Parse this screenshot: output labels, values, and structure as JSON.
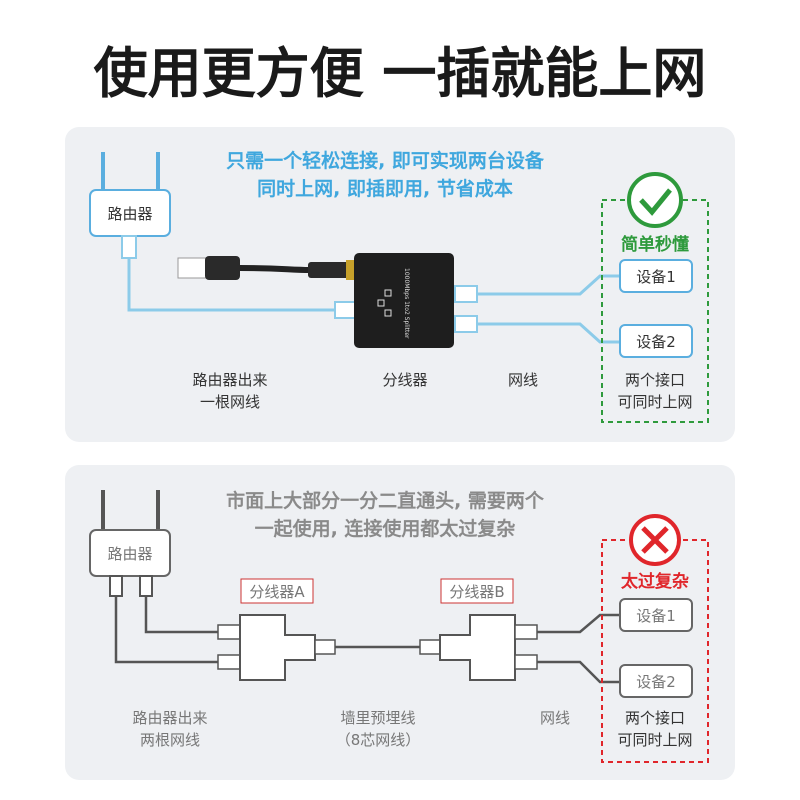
{
  "title": "使用更方便 一插就能上网",
  "panel_good": {
    "desc_line1": "只需一个轻松连接, 即可实现两台设备",
    "desc_line2": "同时上网, 即插即用, 节省成本",
    "router": "路由器",
    "device_text": "1000Mbps 1to2 Splitter",
    "badge": "简单秒懂",
    "device1": "设备1",
    "device2": "设备2",
    "caption_router_1": "路由器出来",
    "caption_router_2": "一根网线",
    "caption_splitter": "分线器",
    "caption_cable": "网线",
    "caption_ports_1": "两个接口",
    "caption_ports_2": "可同时上网",
    "accent": "#2e9a3c"
  },
  "panel_bad": {
    "desc_line1": "市面上大部分一分二直通头, 需要两个",
    "desc_line2": "一起使用, 连接使用都太过复杂",
    "router": "路由器",
    "splitter_a": "分线器A",
    "splitter_b": "分线器B",
    "badge": "太过复杂",
    "device1": "设备1",
    "device2": "设备2",
    "caption_router_1": "路由器出来",
    "caption_router_2": "两根网线",
    "caption_wall_1": "墙里预埋线",
    "caption_wall_2": "（8芯网线）",
    "caption_cable": "网线",
    "caption_ports_1": "两个接口",
    "caption_ports_2": "可同时上网",
    "accent": "#e0262b"
  }
}
